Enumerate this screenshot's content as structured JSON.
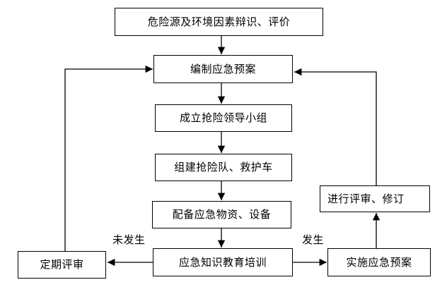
{
  "diagram": {
    "type": "flowchart",
    "nodes": {
      "hazard": {
        "label": "危险源及环境因素辩识、评价"
      },
      "plan": {
        "label": "编制应急预案"
      },
      "lead_group": {
        "label": "成立抢险领导小组"
      },
      "rescue_team": {
        "label": "组建抢险队、救护车"
      },
      "supplies": {
        "label": "配备应急物资、设备"
      },
      "training": {
        "label": "应急知识教育培训"
      },
      "periodic_review": {
        "label": "定期评审"
      },
      "revise": {
        "label": "进行评审、修订"
      },
      "implement": {
        "label": "实施应急预案"
      }
    },
    "edge_labels": {
      "not_occurred": "未发生",
      "occurred": "发生"
    },
    "edges": [
      {
        "from": "hazard",
        "to": "plan"
      },
      {
        "from": "plan",
        "to": "lead_group"
      },
      {
        "from": "lead_group",
        "to": "rescue_team"
      },
      {
        "from": "rescue_team",
        "to": "supplies"
      },
      {
        "from": "supplies",
        "to": "training"
      },
      {
        "from": "training",
        "to": "periodic_review",
        "label": "未发生"
      },
      {
        "from": "training",
        "to": "implement",
        "label": "发生"
      },
      {
        "from": "implement",
        "to": "revise"
      },
      {
        "from": "revise",
        "to": "plan"
      },
      {
        "from": "periodic_review",
        "to": "plan"
      }
    ],
    "colors": {
      "background": "#ffffff",
      "line": "#000000",
      "border": "#000000",
      "text": "#000000"
    }
  }
}
